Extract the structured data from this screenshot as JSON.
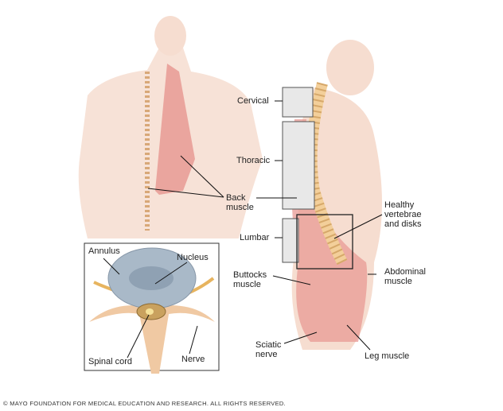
{
  "labels": {
    "cervical": "Cervical",
    "thoracic": "Thoracic",
    "lumbar": "Lumbar",
    "back_muscle": "Back\nmuscle",
    "healthy_vertebrae": "Healthy\nvertebrae\nand disks",
    "abdominal_muscle": "Abdominal\nmuscle",
    "buttocks_muscle": "Buttocks\nmuscle",
    "sciatic_nerve": "Sciatic\nnerve",
    "leg_muscle": "Leg muscle",
    "annulus": "Annulus",
    "nucleus": "Nucleus",
    "spinal_cord": "Spinal cord",
    "nerve": "Nerve"
  },
  "copyright": "© MAYO FOUNDATION FOR MEDICAL EDUCATION AND RESEARCH. ALL RIGHTS RESERVED.",
  "colors": {
    "skin": "#f6ddd0",
    "muscle": "#e89a94",
    "bone": "#f3cf9a",
    "disk": "#a9b9c8",
    "bracket": "#e8e8e8"
  }
}
